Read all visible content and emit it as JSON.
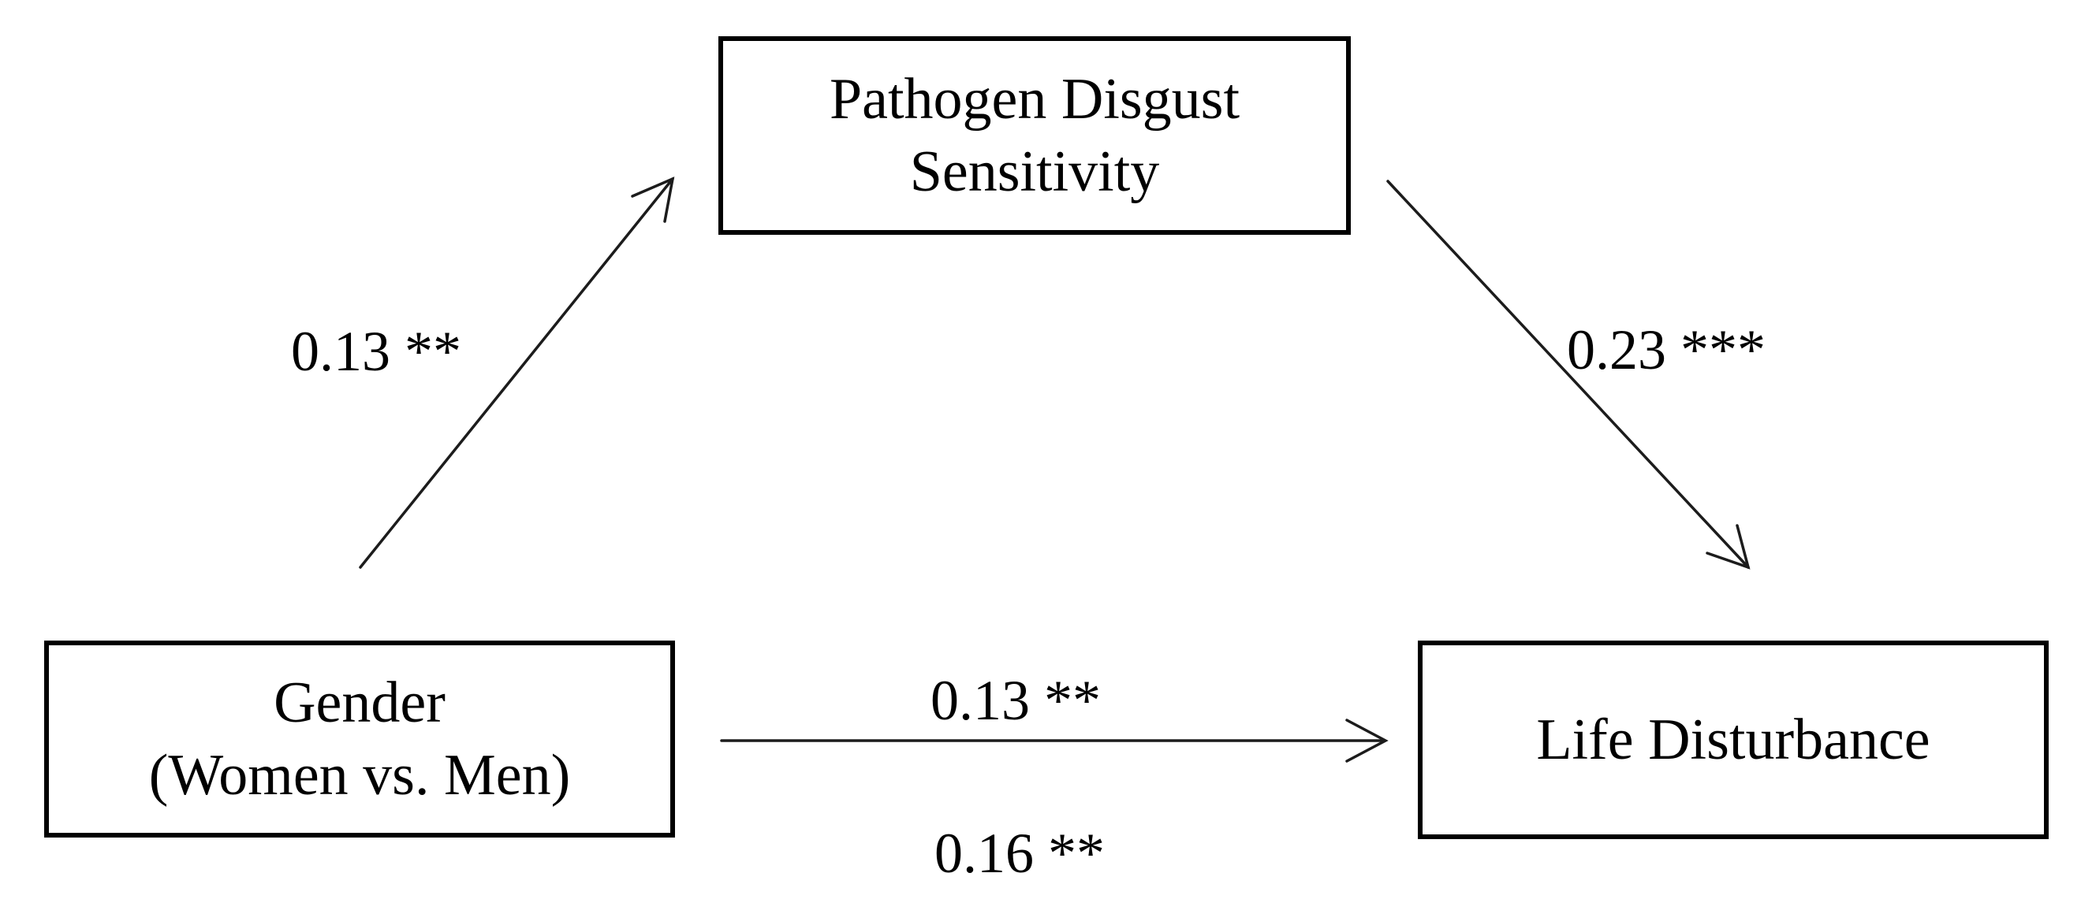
{
  "diagram": {
    "type": "mediation-path-model",
    "background_color": "#ffffff",
    "line_color": "#1c1c1c",
    "text_color": "#000000",
    "nodes": {
      "mediator": {
        "line1": "Pathogen Disgust",
        "line2": "Sensitivity"
      },
      "predictor": {
        "line1": "Gender",
        "line2": "(Women vs. Men)"
      },
      "outcome": {
        "line1": "Life Disturbance"
      }
    },
    "paths": {
      "a": {
        "from": "predictor",
        "to": "mediator",
        "label": "0.13 **"
      },
      "b": {
        "from": "mediator",
        "to": "outcome",
        "label": "0.23 ***"
      },
      "direct": {
        "from": "predictor",
        "to": "outcome",
        "label": "0.13 **"
      },
      "total": {
        "from": "predictor",
        "to": "outcome",
        "label": "0.16 **"
      }
    }
  }
}
